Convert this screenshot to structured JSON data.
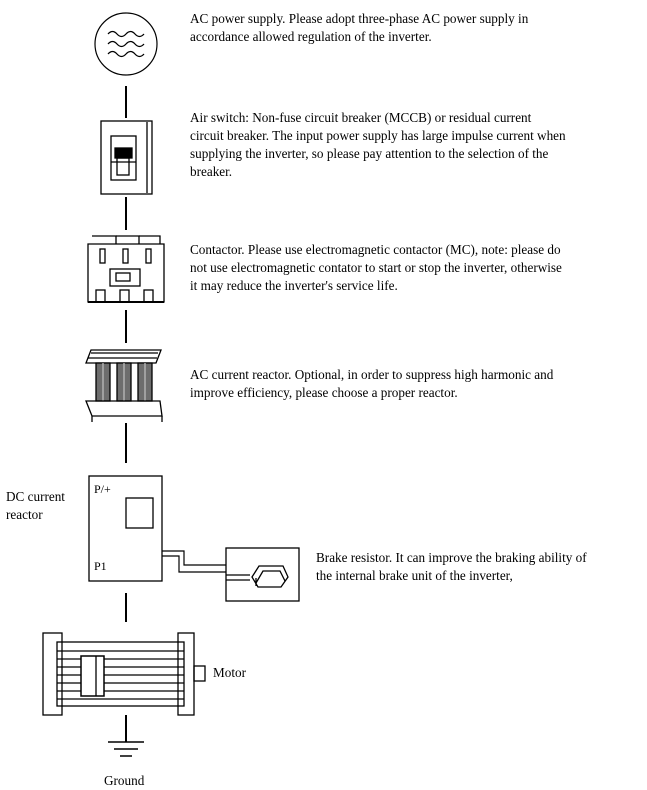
{
  "descriptions": {
    "ac_power": "AC power supply. Please adopt three-phase AC power supply in\naccordance allowed regulation of the inverter.",
    "air_switch": "Air switch: Non-fuse circuit breaker (MCCB) or residual current\ncircuit breaker. The input power supply has large impulse current when\nsupplying the inverter, so please pay attention to the selection of the\nbreaker.",
    "contactor": "Contactor. Please use electromagnetic contactor (MC), note: please do\nnot use electromagnetic contator to start or stop the inverter, otherwise\nit may reduce the inverter's service life.",
    "ac_reactor": "AC current reactor. Optional, in order to suppress high harmonic and\nimprove efficiency, please choose a proper reactor.",
    "brake_resistor": "Brake resistor. It can improve the braking ability of\nthe internal brake unit of the inverter,"
  },
  "labels": {
    "dc_reactor": "DC current\nreactor",
    "p_plus": "P/+",
    "p1": "P1",
    "motor": "Motor",
    "ground": "Ground"
  }
}
